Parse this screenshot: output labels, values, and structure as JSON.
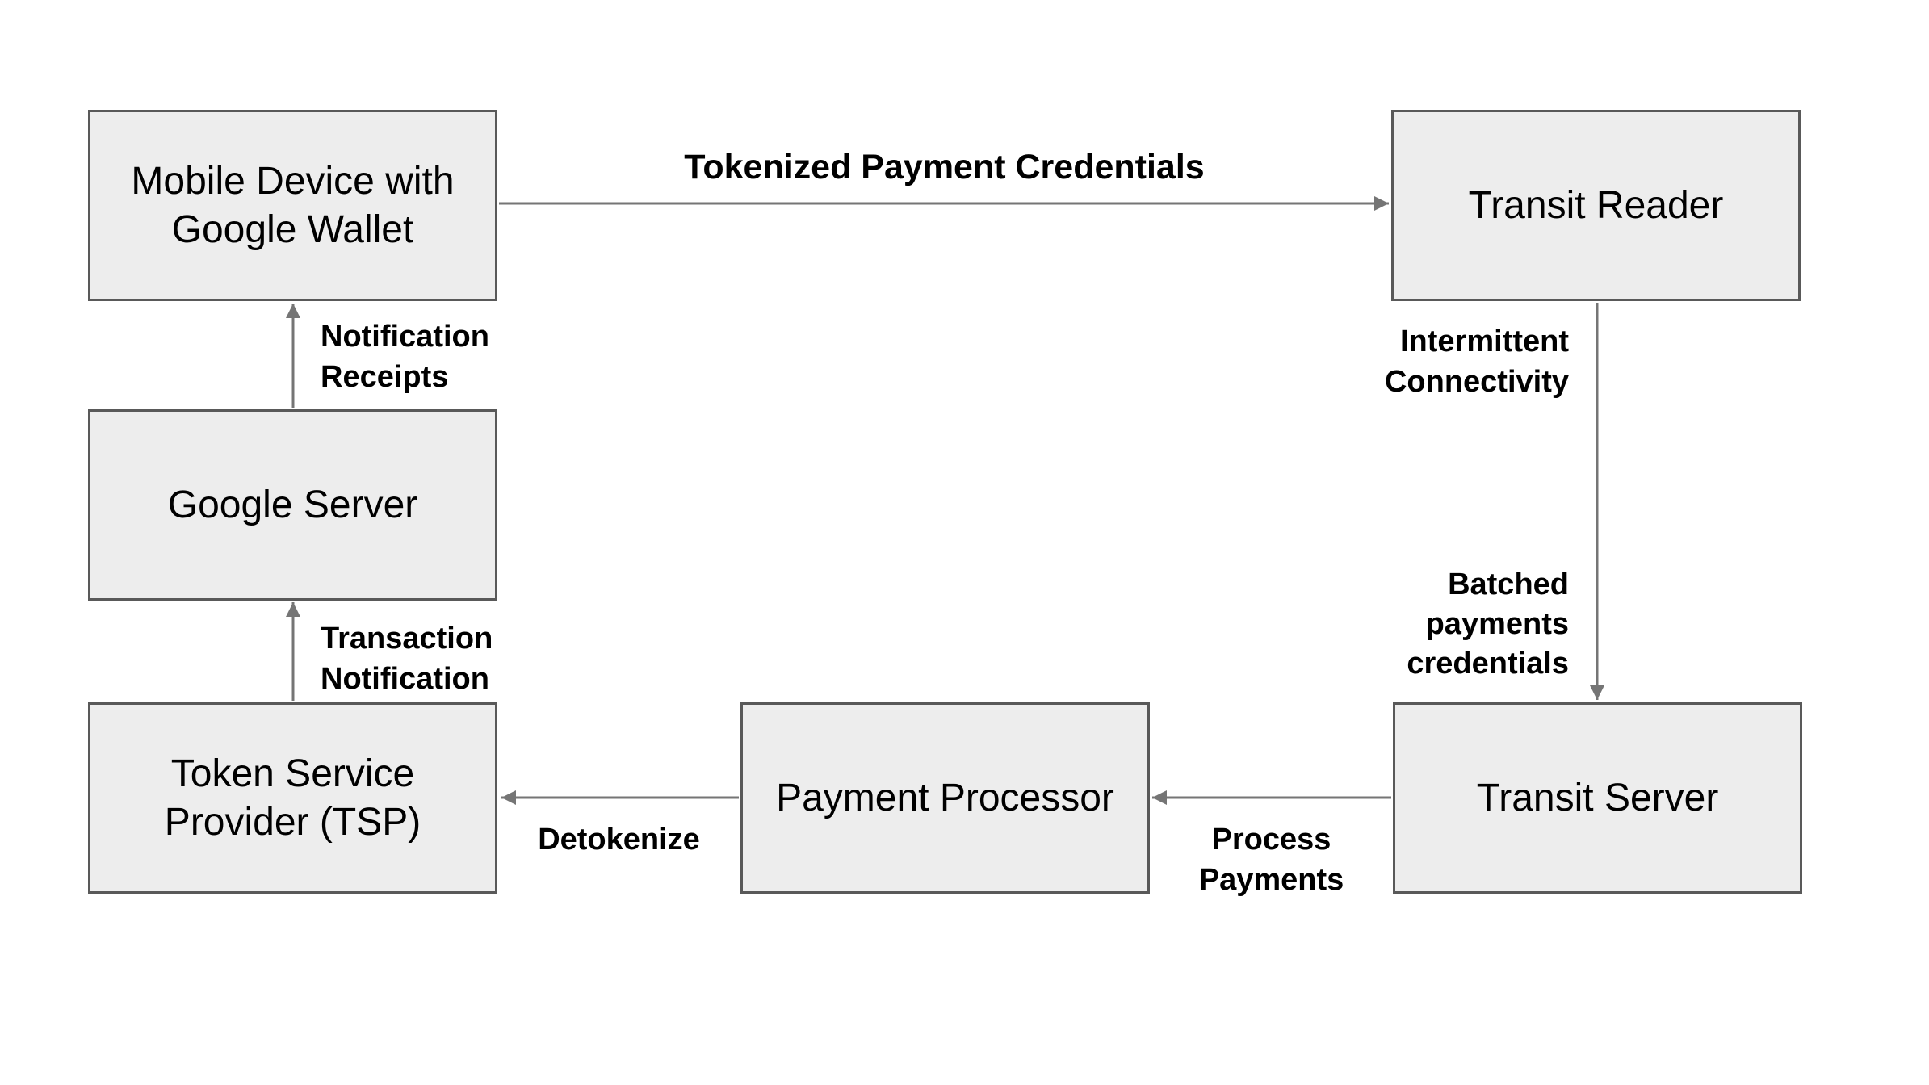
{
  "diagram": {
    "background_color": "#ffffff",
    "box_fill_color": "#ededed",
    "box_border_color": "#595959",
    "arrow_color": "#757575",
    "nodes": {
      "mobile_device": {
        "label": [
          "Mobile Device with",
          "Google Wallet"
        ]
      },
      "transit_reader": {
        "label": "Transit Reader"
      },
      "google_server": {
        "label": "Google Server"
      },
      "token_service_provider": {
        "label": [
          "Token Service",
          "Provider (TSP)"
        ]
      },
      "payment_processor": {
        "label": "Payment Processor"
      },
      "transit_server": {
        "label": "Transit Server"
      }
    },
    "edges": {
      "tokenized_payment_credentials": {
        "label": "Tokenized Payment Credentials",
        "from": "mobile_device",
        "to": "transit_reader"
      },
      "notification_receipts": {
        "label": [
          "Notification",
          "Receipts"
        ],
        "from": "google_server",
        "to": "mobile_device"
      },
      "transaction_notification": {
        "label": [
          "Transaction",
          "Notification"
        ],
        "from": "token_service_provider",
        "to": "google_server"
      },
      "intermittent_connectivity": {
        "label": [
          "Intermittent",
          "Connectivity"
        ],
        "from": "transit_reader",
        "to": "transit_server"
      },
      "batched_payments_credentials": {
        "label": [
          "Batched",
          "payments",
          "credentials"
        ],
        "from": "transit_reader",
        "to": "transit_server"
      },
      "process_payments": {
        "label": [
          "Process",
          "Payments"
        ],
        "from": "transit_server",
        "to": "payment_processor"
      },
      "detokenize": {
        "label": "Detokenize",
        "from": "payment_processor",
        "to": "token_service_provider"
      }
    }
  }
}
